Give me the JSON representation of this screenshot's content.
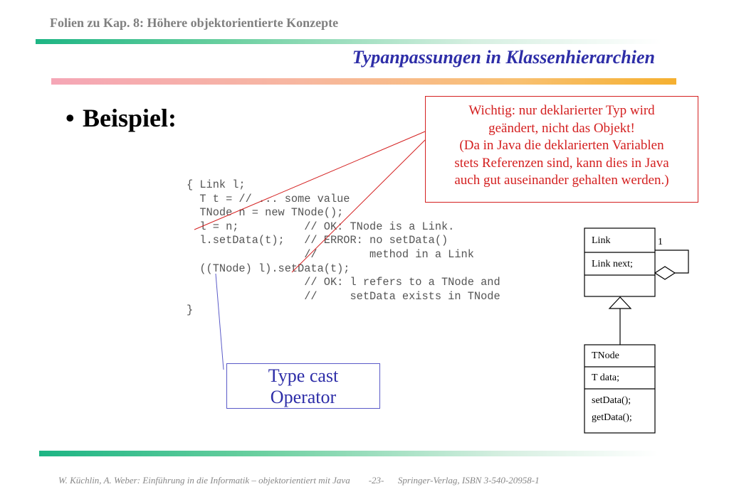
{
  "header": {
    "title": "Folien zu Kap. 8: Höhere objektorientierte Konzepte"
  },
  "slide": {
    "title": "Typanpassungen in Klassenhierarchien",
    "bullet": "Beispiel:"
  },
  "code": {
    "lines": [
      "{ Link l;",
      "  T t = // ... some value",
      "  TNode n = new TNode();",
      "  l = n;          // OK: TNode is a Link.",
      "  l.setData(t);   // ERROR: no setData()",
      "                  //        method in a Link",
      "  ((TNode) l).setData(t);",
      "                  // OK: l refers to a TNode and",
      "                  //     setData exists in TNode",
      "}"
    ]
  },
  "note": {
    "lines": [
      "Wichtig: nur deklarierter Typ wird",
      "geändert, nicht das Objekt!",
      "(Da in Java die deklarierten Variablen",
      "stets Referenzen sind, kann dies in Java",
      "auch gut auseinander gehalten werden.)"
    ]
  },
  "cast_label": {
    "line1": "Type cast",
    "line2": "Operator"
  },
  "uml": {
    "link": {
      "name": "Link",
      "attribute": "Link next;",
      "multiplicity": "1"
    },
    "tnode": {
      "name": "TNode",
      "attribute": "T data;",
      "methods": [
        "setData();",
        "getData();"
      ]
    }
  },
  "footer": {
    "authors": "W. Küchlin, A. Weber: Einführung in die Informatik – objektorientiert mit Java",
    "page": "-23-",
    "publisher": "Springer-Verlag, ISBN 3-540-20958-1"
  },
  "colors": {
    "accent_blue": "#2e2ea8",
    "note_red": "#d42020",
    "bar_green": "#1db584",
    "bar_orange": "#f5b030"
  }
}
